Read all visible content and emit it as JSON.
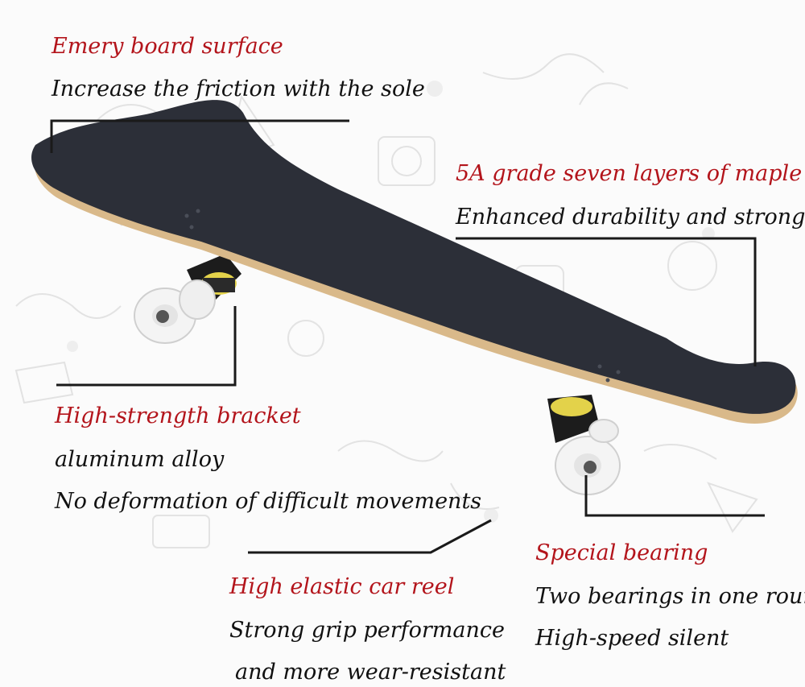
{
  "colors": {
    "accent_red": "#b3141b",
    "text_black": "#111111",
    "grip_tape": "#2c2f38",
    "maple_edge": "#d9b98a",
    "wheel": "#f4f4f4",
    "truck": "#1c1c1c",
    "bushing": "#e3d24a"
  },
  "features": {
    "surface": {
      "title": "Emery board surface",
      "line1": "Increase the friction with the sole"
    },
    "maple": {
      "title": "5A grade seven layers of maple",
      "line1": "Enhanced durability and stronger"
    },
    "bracket": {
      "title": "High-strength bracket",
      "line1": "aluminum alloy",
      "line2": "No deformation of difficult movements"
    },
    "bearing": {
      "title": "Special bearing",
      "line1": "Two bearings in one round",
      "line2": "High-speed silent"
    },
    "reel": {
      "title": "High elastic car reel",
      "line1": "Strong grip performance",
      "line2": "and more wear-resistant"
    }
  }
}
